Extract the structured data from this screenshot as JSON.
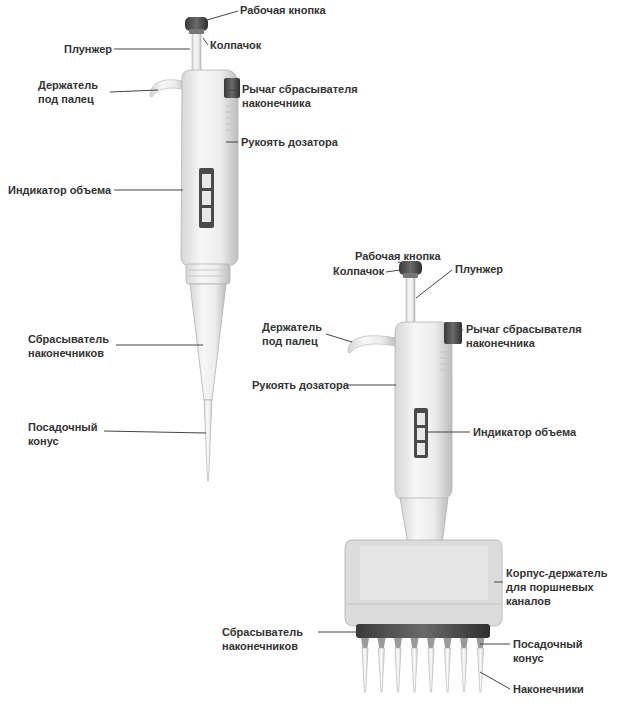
{
  "diagram": {
    "labels": [
      "Рабочая кнопка",
      "Плунжер",
      "Колпачок",
      "Держатель под палец",
      "Рычаг сбрасывателя наконечника",
      "Рукоять дозатора",
      "Индикатор объема",
      "Сбрасыватель наконечников",
      "Посадочный конус",
      "Рабочая кнопка",
      "Колпачок",
      "Плунжер",
      "Держатель под палец",
      "Рычаг сбрасывателя наконечника",
      "Рукоять дозатора",
      "Индикатор объема",
      "Корпус-держатель для поршневых каналов",
      "Сбрасыватель наконечников",
      "Посадочный конус",
      "Наконечники"
    ]
  }
}
